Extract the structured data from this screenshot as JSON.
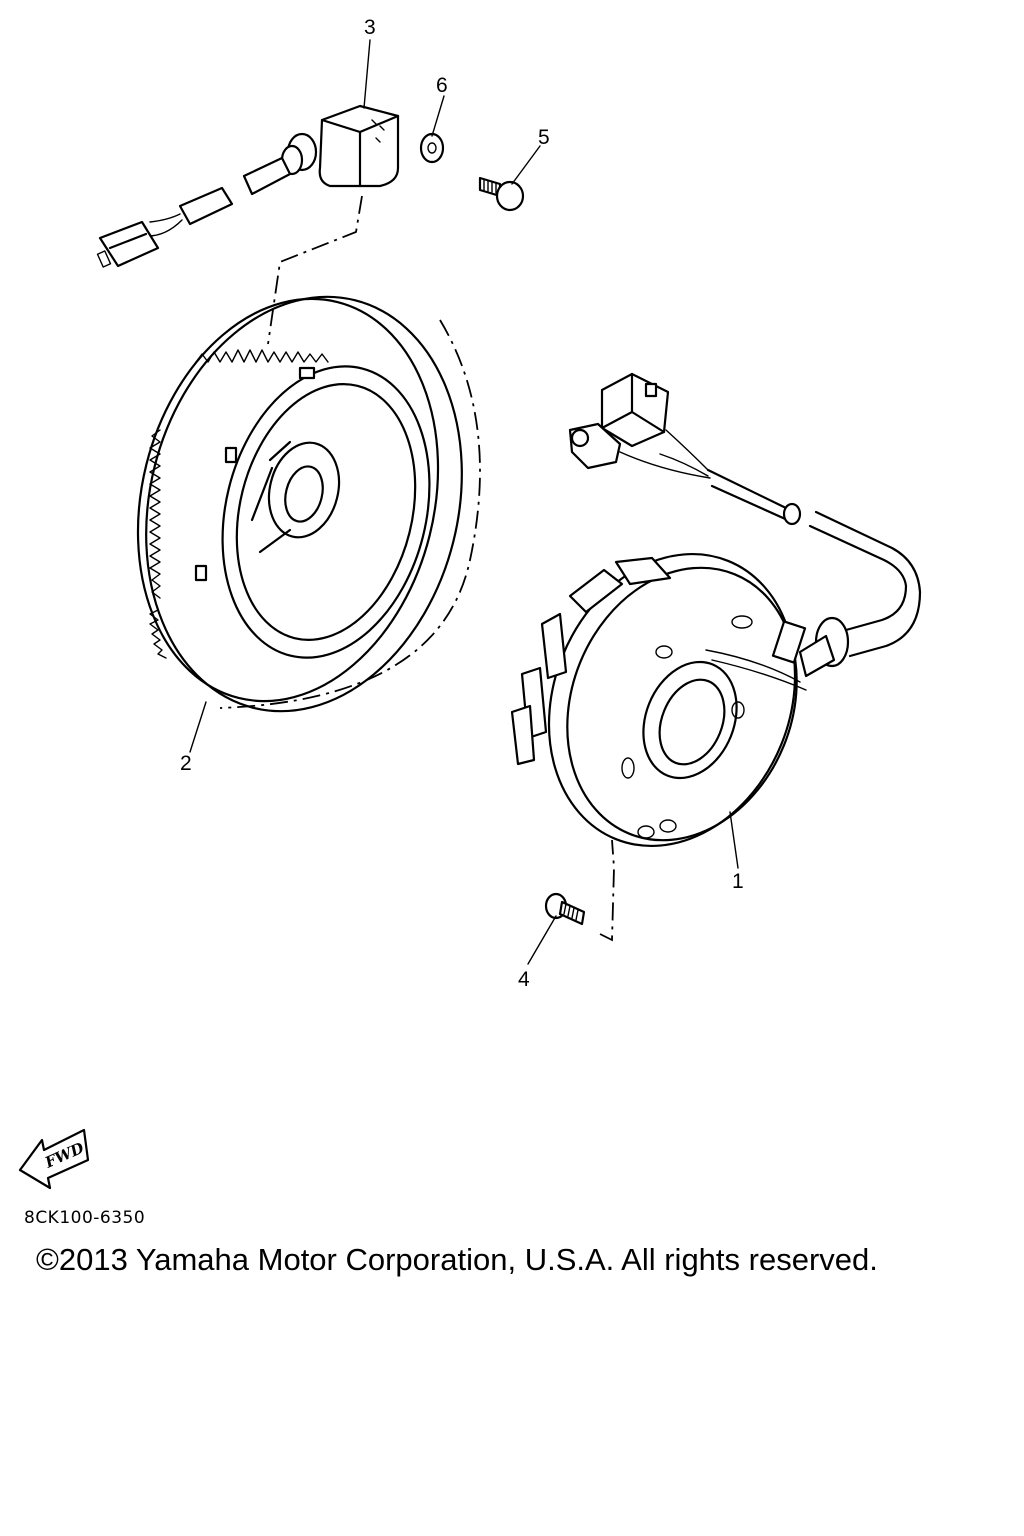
{
  "diagram": {
    "callouts": [
      {
        "id": "part-1",
        "label": "1"
      },
      {
        "id": "part-2",
        "label": "2"
      },
      {
        "id": "part-3",
        "label": "3"
      },
      {
        "id": "part-4",
        "label": "4"
      },
      {
        "id": "part-5",
        "label": "5"
      },
      {
        "id": "part-6",
        "label": "6"
      }
    ],
    "fwd_label": "FWD",
    "diagram_code": "8CK100-6350"
  },
  "footer": {
    "copyright": "©2013 Yamaha Motor Corporation, U.S.A. All rights reserved."
  }
}
